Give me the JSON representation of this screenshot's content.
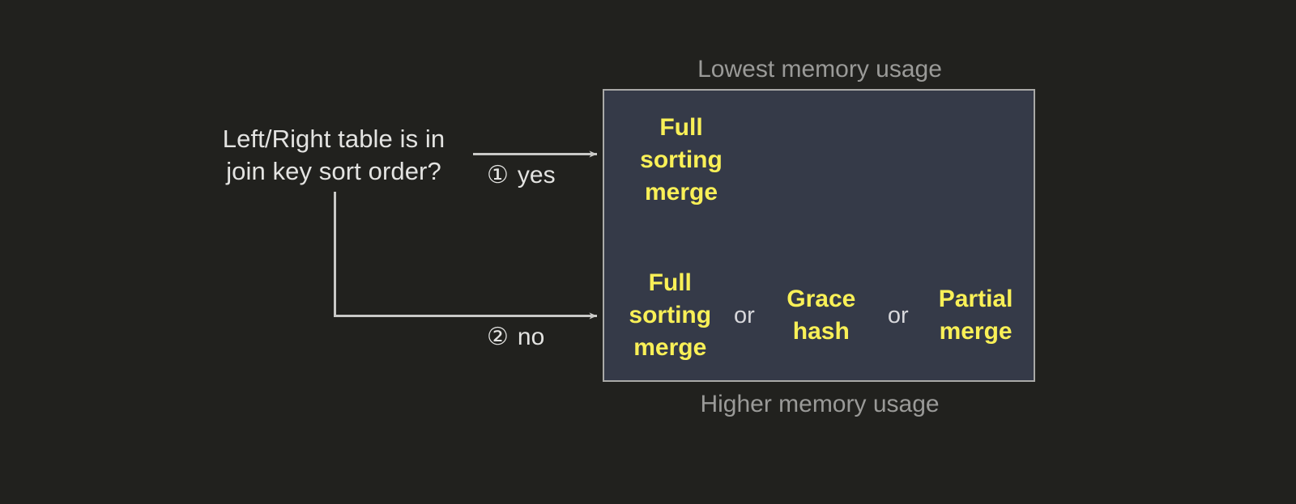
{
  "background_color": "#21211e",
  "accent_color": "#f9f057",
  "box": {
    "fill_color": "#353a48",
    "border_color": "#a9a9a7"
  },
  "decision": {
    "question_line1": "Left/Right table is in",
    "question_line2": "join key sort order?"
  },
  "branches": [
    {
      "marker": "①",
      "label": "yes"
    },
    {
      "marker": "②",
      "label": "no"
    }
  ],
  "captions": {
    "top": "Lowest memory usage",
    "bottom": "Higher memory usage"
  },
  "options": {
    "row_top": [
      {
        "kind": "option",
        "text": "Full\nsorting\nmerge"
      }
    ],
    "row_bottom": [
      {
        "kind": "option",
        "text": "Full\nsorting\nmerge"
      },
      {
        "kind": "conjunction",
        "text": "or"
      },
      {
        "kind": "option",
        "text": "Grace\nhash"
      },
      {
        "kind": "conjunction",
        "text": "or"
      },
      {
        "kind": "option",
        "text": "Partial\nmerge"
      }
    ]
  }
}
